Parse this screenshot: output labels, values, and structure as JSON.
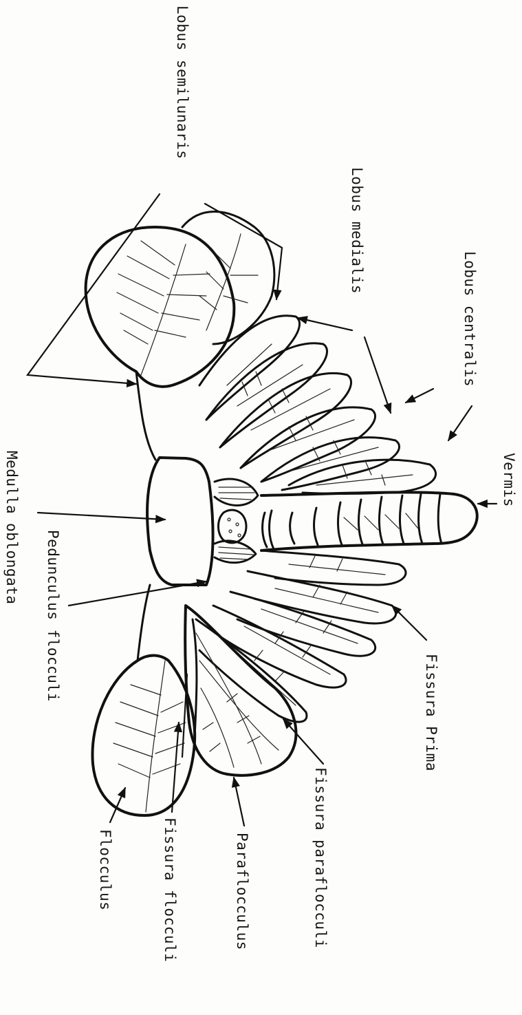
{
  "diagram": {
    "labels": {
      "lobus_semilunaris": "Lobus semilunaris",
      "lobus_medialis": "Lobus medialis",
      "lobus_centralis": "Lobus centralis",
      "vermis": "Vermis",
      "medulla_oblongata": "Medulla oblongata",
      "pedunculus_flocculi": "Pedunculus flocculi",
      "fissura_prima": "Fissura Prima",
      "fissura_paraflocculi": "Fissura paraflocculi",
      "paraflocculus": "Paraflocculus",
      "fissura_flocculi": "Fissura flocculi",
      "flocculus": "Flocculus"
    }
  }
}
